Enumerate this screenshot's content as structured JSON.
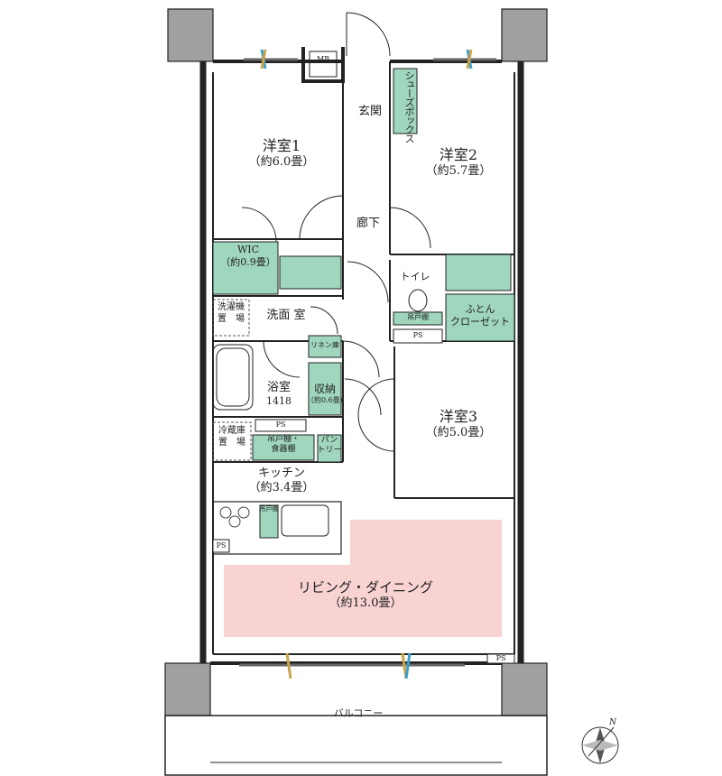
{
  "rooms": {
    "western1": {
      "name": "洋室1",
      "size": "（約6.0畳）"
    },
    "western2": {
      "name": "洋室2",
      "size": "（約5.7畳）"
    },
    "western3": {
      "name": "洋室3",
      "size": "（約5.0畳）"
    },
    "wic": {
      "name": "WIC",
      "size": "（約0.9畳）"
    },
    "washroom": {
      "name": "洗面 室"
    },
    "bathroom": {
      "name": "浴室",
      "size": "1418"
    },
    "kitchen": {
      "name": "キッチン",
      "size": "（約3.4畳）"
    },
    "living": {
      "name": "リビング・ダイニング",
      "size": "（約13.0畳）"
    },
    "entrance": {
      "name": "玄関"
    },
    "hallway": {
      "name": "廊下"
    },
    "toilet": {
      "name": "トイレ"
    },
    "balcony": {
      "name": "バルコニー"
    }
  },
  "fixtures": {
    "mb": "MB",
    "shoebox": "シューズボックス",
    "washer_l1": "洗濯機",
    "washer_l2": "置　場",
    "fridge_l1": "冷蔵庫",
    "fridge_l2": "置　場",
    "linen": "リネン庫",
    "storage_name": "収納",
    "storage_size": "（約0.6畳）",
    "pantry_l1": "パン",
    "pantry_l2": "トリー",
    "futon_l1": "ふとん",
    "futon_l2": "クローゼット",
    "hanging_toilet": "吊戸棚",
    "hanging_kitchen_l1": "吊戸棚・",
    "hanging_kitchen_l2": "食器棚",
    "hanging_sink": "吊戸棚",
    "ps": "PS",
    "compass_n": "N"
  },
  "colors": {
    "living_fill": "#f9d2d2",
    "storage_fill": "#9fd6bd",
    "column_fill": "#a0a0a0",
    "wall": "#222222",
    "window_blue": "#3aa0c8",
    "window_tan": "#c9a24a"
  }
}
